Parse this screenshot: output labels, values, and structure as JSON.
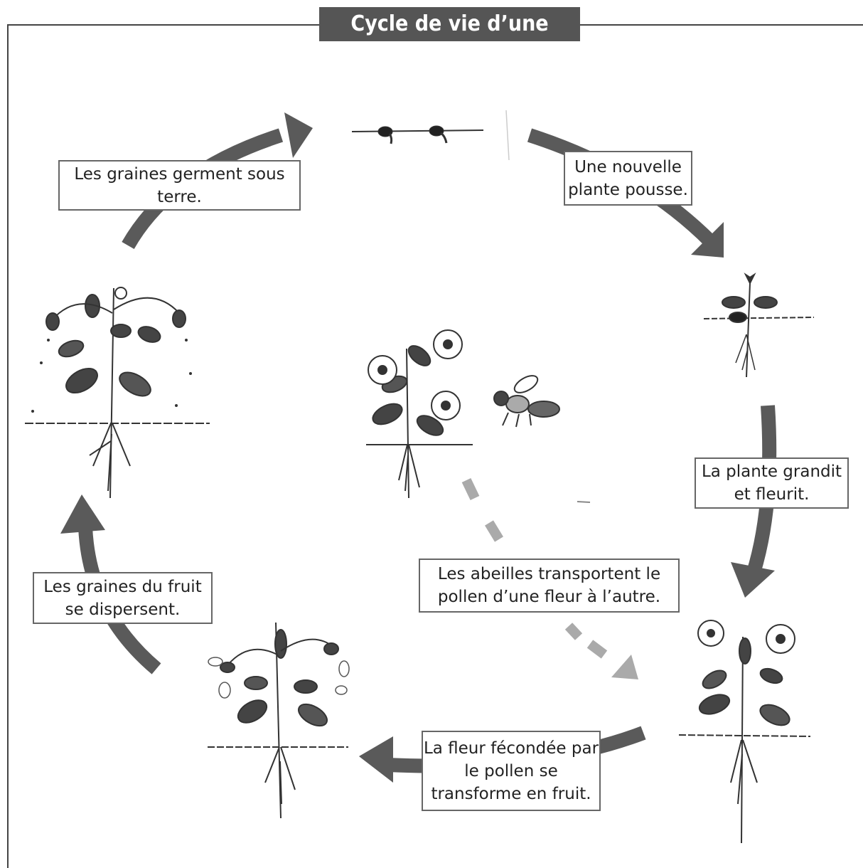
{
  "title": "Cycle de vie d’une plante",
  "steps": [
    {
      "id": "germination",
      "text": "Les graines germent sous terre."
    },
    {
      "id": "growth",
      "text": "Une nouvelle plante pousse."
    },
    {
      "id": "flowering",
      "text": "La plante grandit et fleurit."
    },
    {
      "id": "pollination",
      "text": "Les abeilles transportent le pollen d’une fleur à l’autre."
    },
    {
      "id": "fruit",
      "text": "La fleur fécondée par le pollen se transforme en fruit."
    },
    {
      "id": "dispersal",
      "text": "Les graines du fruit se dispersent."
    }
  ],
  "colors": {
    "arrow": "#5a5a5a",
    "dashed_arrow": "#aaaaaa",
    "title_bg": "#555555",
    "plant": "#333333"
  },
  "icons": [
    "seeds-icon",
    "seedling-icon",
    "flowering-plant-icon",
    "bee-icon",
    "fruiting-plant-icon",
    "seeding-plant-icon"
  ]
}
